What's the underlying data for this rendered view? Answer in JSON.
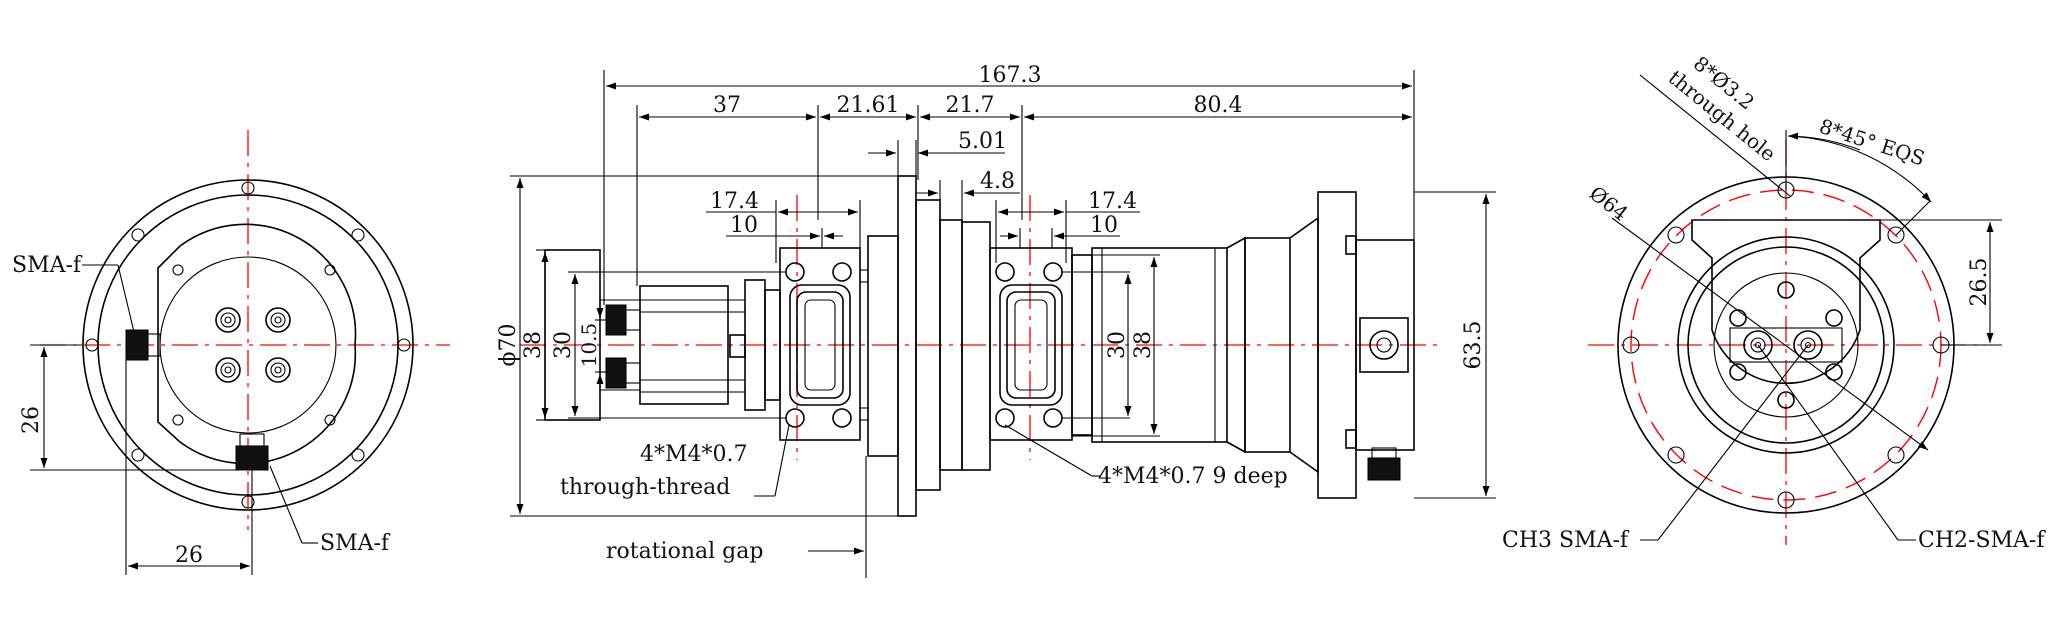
{
  "colors": {
    "line": "#000000",
    "centerline": "#ff0000",
    "background": "#ffffff"
  },
  "left_view": {
    "sma_label_top": "SMA-f",
    "sma_label_bottom": "SMA-f",
    "dim_vertical": "26",
    "dim_horizontal": "26"
  },
  "middle_view": {
    "dim_overall": "167.3",
    "dim_37": "37",
    "dim_21_61": "21.61",
    "dim_21_7": "21.7",
    "dim_80_4": "80.4",
    "dim_5_01": "5.01",
    "dim_4_8": "4.8",
    "dim_17_4_left": "17.4",
    "dim_10_left": "10",
    "dim_17_4_right": "17.4",
    "dim_10_right": "10",
    "dim_phi70": "ϕ70",
    "dim_38_left": "38",
    "dim_30_left": "30",
    "dim_10_5": "10.5",
    "dim_30_right": "30",
    "dim_38_right": "38",
    "dim_63_5": "63.5",
    "note_thread_1": "4*M4*0.7",
    "note_thread_2": "through-thread",
    "note_thread_deep": "4*M4*0.7 9 deep",
    "note_gap": "rotational gap"
  },
  "right_view": {
    "holes_label_1": "8*Ø3.2",
    "holes_label_2": "through hole",
    "angle_label": "8*45° EQS",
    "dia_label": "Ø64",
    "dim_26_5": "26.5",
    "ch3_label": "CH3 SMA-f",
    "ch2_label": "CH2-SMA-f"
  }
}
